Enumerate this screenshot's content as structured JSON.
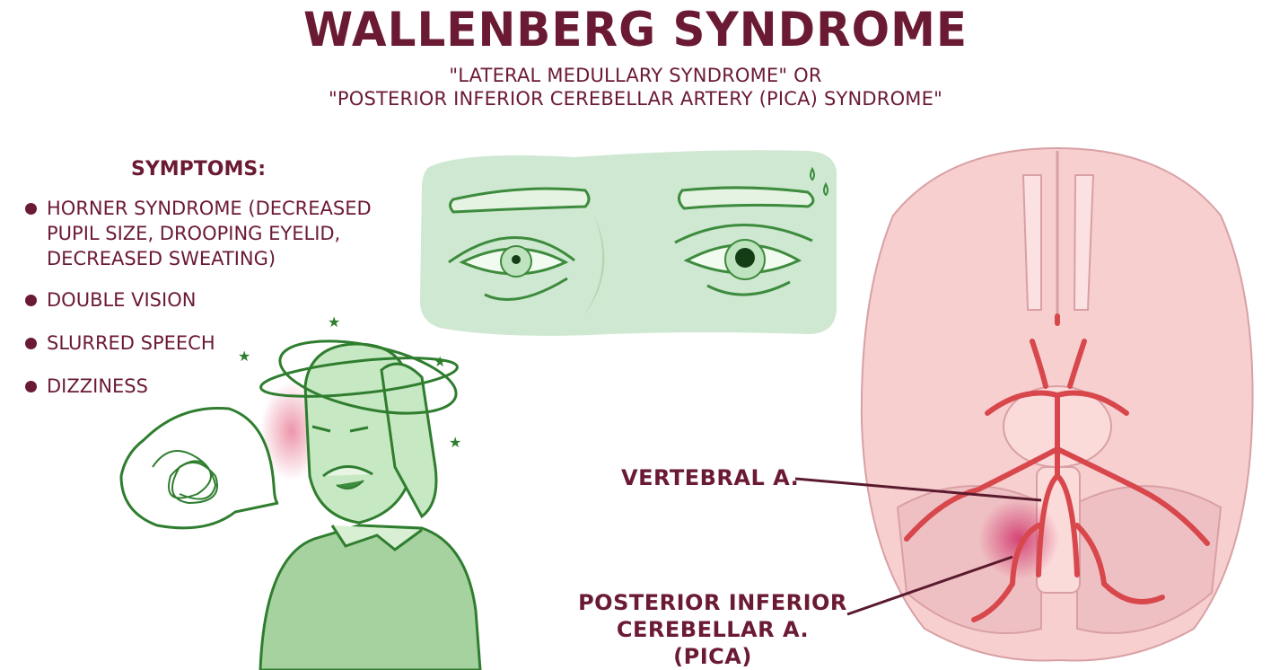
{
  "header": {
    "title": "WALLENBERG SYNDROME",
    "subtitle_line1": "\"LATERAL MEDULLARY SYNDROME\" OR",
    "subtitle_line2": "\"POSTERIOR INFERIOR CEREBELLAR ARTERY (PICA) SYNDROME\""
  },
  "symptoms": {
    "heading": "SYMPTOMS:",
    "items": [
      {
        "label": "HORNER SYNDROME (DECREASED PUPIL SIZE, DROOPING EYELID, DECREASED SWEATING)"
      },
      {
        "label": "DOUBLE VISION"
      },
      {
        "label": "SLURRED SPEECH"
      },
      {
        "label": "DIZZINESS"
      }
    ]
  },
  "illustrations": {
    "eyes_panel": "eyes-horner-syndrome-illustration",
    "patient": "dizzy-man-illustration",
    "speech_bubble": "scribble-speech-bubble",
    "brain": "brain-inferior-view-illustration"
  },
  "anatomy_labels": {
    "vertebral": "VERTEBRAL A.",
    "pica": "POSTERIOR INFERIOR CEREBELLAR A. (PICA)"
  },
  "colors": {
    "text": "#6b1a33",
    "green_fill": "#cfe8cf",
    "green_line": "#3a8a3a",
    "brain_fill": "#f6cccc",
    "artery": "#d9474b"
  }
}
